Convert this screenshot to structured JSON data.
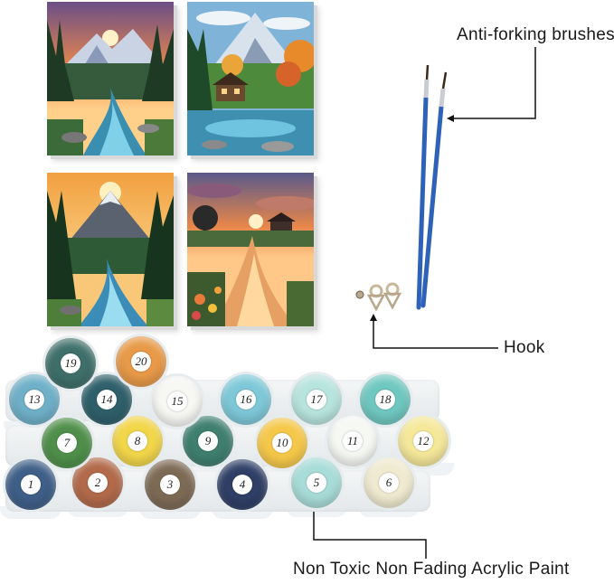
{
  "callouts": {
    "brushes": "Anti-forking brushes",
    "hook": "Hook",
    "paint": "Non Toxic Non Fading Acrylic Paint"
  },
  "paints": [
    {
      "number": "1",
      "color": "#3f5f88"
    },
    {
      "number": "2",
      "color": "#b26a4a"
    },
    {
      "number": "3",
      "color": "#7d6a55"
    },
    {
      "number": "4",
      "color": "#2f3f66"
    },
    {
      "number": "5",
      "color": "#a8dcd8"
    },
    {
      "number": "6",
      "color": "#f0ead0"
    },
    {
      "number": "7",
      "color": "#4f8f4a"
    },
    {
      "number": "8",
      "color": "#f2d64a"
    },
    {
      "number": "9",
      "color": "#3f7f6f"
    },
    {
      "number": "10",
      "color": "#f5c84a"
    },
    {
      "number": "11",
      "color": "#f6f8f4"
    },
    {
      "number": "12",
      "color": "#f5e89a"
    },
    {
      "number": "13",
      "color": "#6fb0c8"
    },
    {
      "number": "14",
      "color": "#2f5f6a"
    },
    {
      "number": "15",
      "color": "#f7f7f4"
    },
    {
      "number": "16",
      "color": "#7ec8d8"
    },
    {
      "number": "17",
      "color": "#b8e4de"
    },
    {
      "number": "18",
      "color": "#6fc8c0"
    },
    {
      "number": "19",
      "color": "#3f6f6a"
    },
    {
      "number": "20",
      "color": "#e89a48"
    }
  ]
}
